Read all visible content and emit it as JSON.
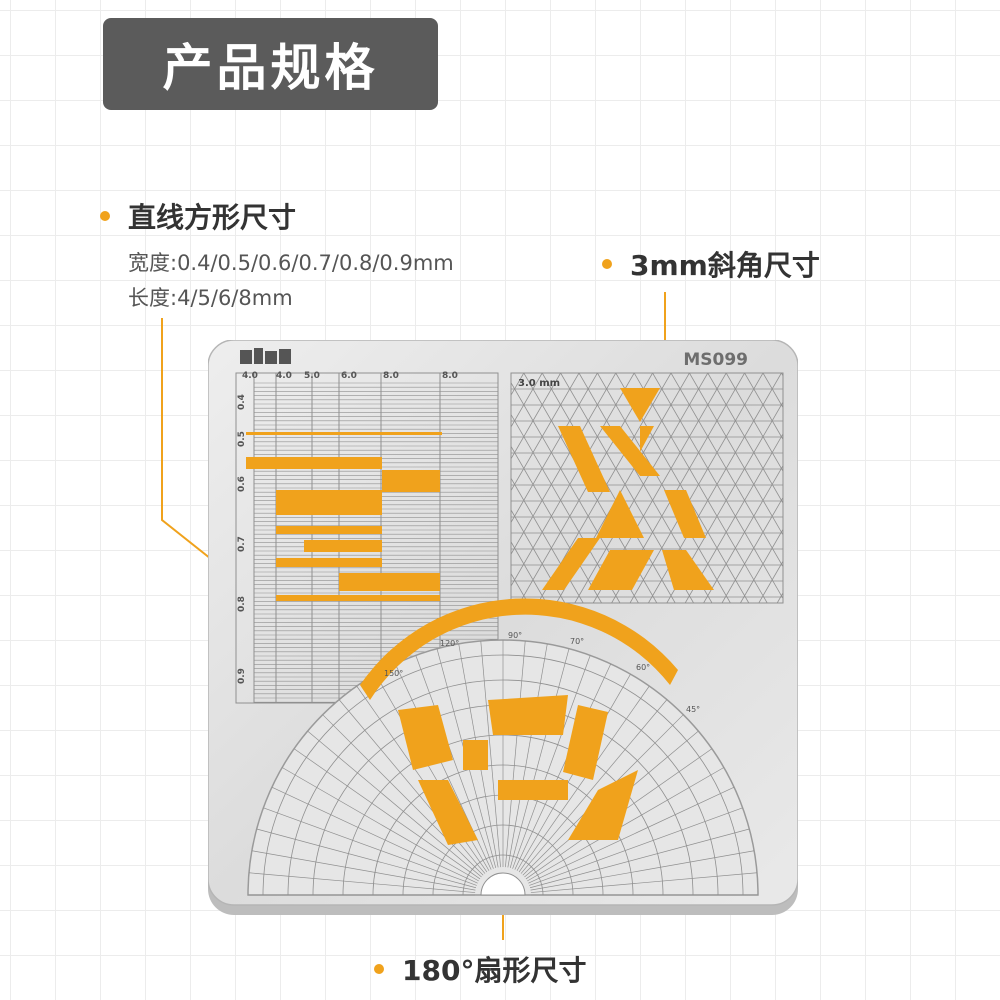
{
  "header": {
    "title": "产品规格"
  },
  "callouts": {
    "straight": {
      "title": "直线方形尺寸",
      "width_spec": "宽度:0.4/0.5/0.6/0.7/0.8/0.9mm",
      "length_spec": "长度:4/5/6/8mm"
    },
    "bevel": {
      "title": "3mm斜角尺寸"
    },
    "sector": {
      "title": "180°扇形尺寸"
    }
  },
  "plate": {
    "model": "MS099",
    "triangle_size_label": "3.0 mm",
    "length_labels": [
      "4.0",
      "4.0",
      "5.0",
      "6.0",
      "8.0",
      "8.0"
    ],
    "width_labels": [
      "0.4",
      "0.5",
      "0.6",
      "0.7",
      "0.8",
      "0.9"
    ],
    "angle_labels": [
      "150°",
      "120°",
      "90°",
      "70°",
      "60°",
      "45°"
    ]
  },
  "colors": {
    "accent": "#f0a21c",
    "badge": "#5b5b5b",
    "steel": "#e4e4e4",
    "etch": "#8f8f8f"
  },
  "icons": {
    "bullet": "orange-dot-icon",
    "logo": "brand-logo-icon"
  }
}
